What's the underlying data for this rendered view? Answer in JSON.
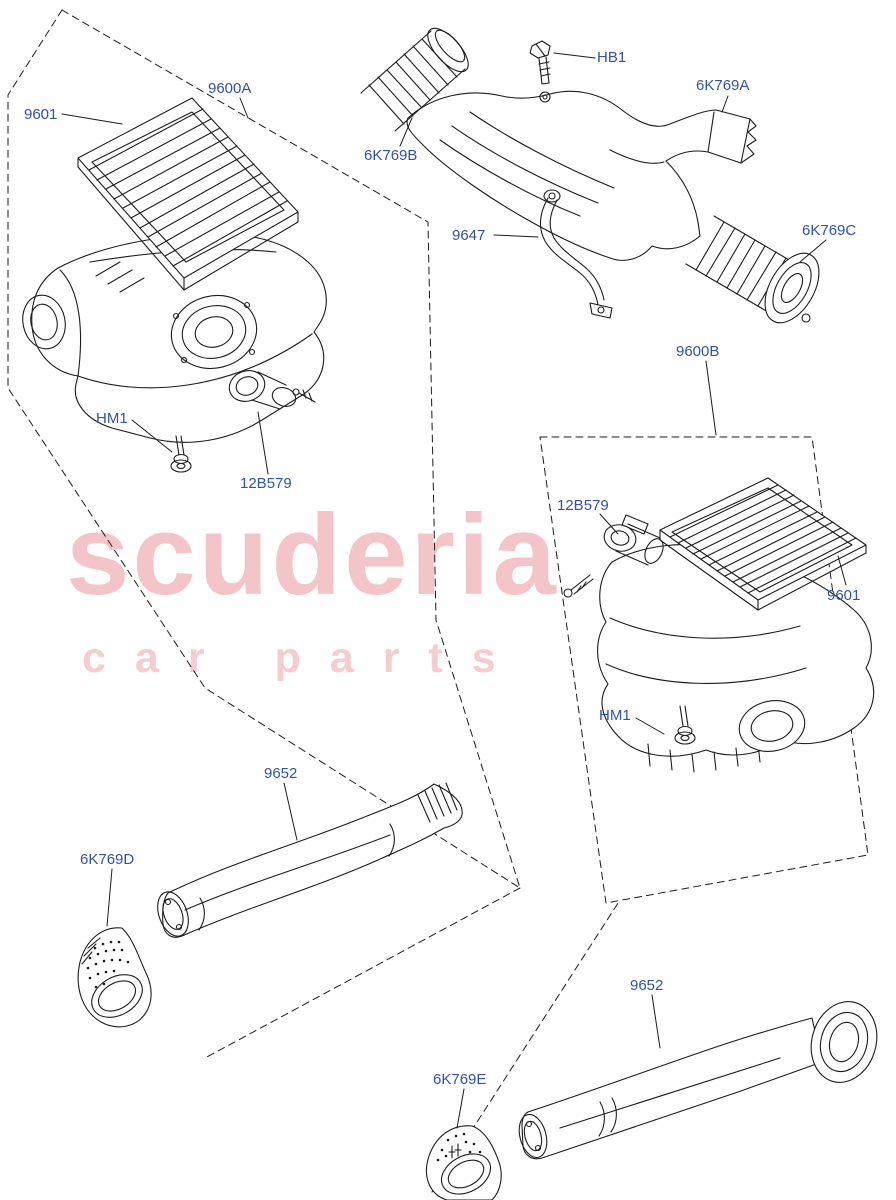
{
  "watermark": {
    "line1": "scuderia",
    "line2": "car parts"
  },
  "labels": {
    "part_9601_left": "9601",
    "part_9600a": "9600A",
    "part_hb1": "HB1",
    "part_6k769a": "6K769A",
    "part_6k769b": "6K769B",
    "part_9647": "9647",
    "part_6k769c": "6K769C",
    "part_9600b": "9600B",
    "part_hm1_left": "HM1",
    "part_12b579_left": "12B579",
    "part_12b579_right": "12B579",
    "part_9601_right": "9601",
    "part_hm1_right": "HM1",
    "part_9652_left": "9652",
    "part_6k769d": "6K769D",
    "part_9652_right": "9652",
    "part_6k769e": "6K769E"
  },
  "colors": {
    "part_label": "#3252a4",
    "watermark": "#f3c5c9",
    "line_art": "#1c1c1c",
    "background": "#ffffff"
  }
}
